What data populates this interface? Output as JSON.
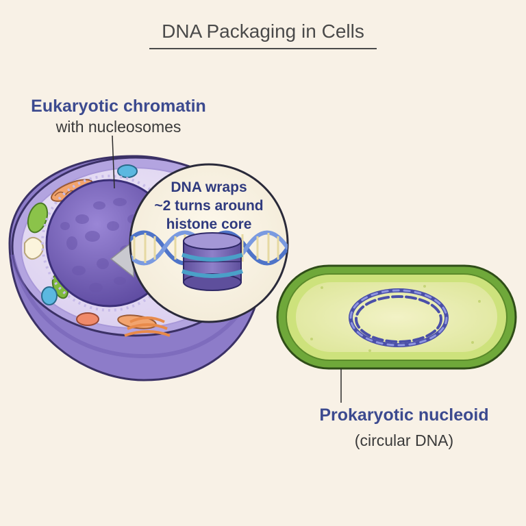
{
  "title": "DNA Packaging in Cells",
  "eukaryote": {
    "label": "Eukaryotic chromatin",
    "sublabel": "with nucleosomes"
  },
  "inset": {
    "line1": "DNA wraps",
    "line2": "~2 turns around",
    "line3": "histone core"
  },
  "prokaryote": {
    "label": "Prokaryotic nucleoid",
    "sublabel": "(circular DNA)"
  },
  "colors": {
    "background": "#f8f1e6",
    "accent_label": "#3c4a8f",
    "nucleus": "#7b67b8",
    "cell_membrane": "#8b7cc6",
    "bacterium_wall": "#6fa83a",
    "dna": "#5a7fd0"
  }
}
